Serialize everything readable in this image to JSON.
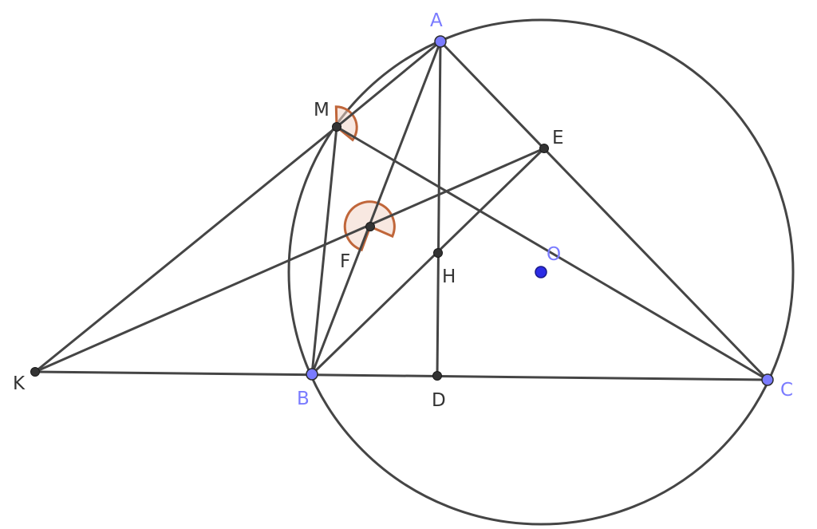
{
  "labels": {
    "A": "A",
    "B": "B",
    "C": "C",
    "D": "D",
    "E": "E",
    "F": "F",
    "H": "H",
    "K": "K",
    "M": "M",
    "O": "O"
  },
  "colors": {
    "stroke": "#454545",
    "free_point": "#7a7bff",
    "dependent_point": "#333333",
    "center_point": "#2c2ce6",
    "angle_stroke": "#c0663a",
    "angle_fill": "#f2d6c8"
  },
  "marked_angles": [
    "angle at M",
    "angle at F"
  ]
}
